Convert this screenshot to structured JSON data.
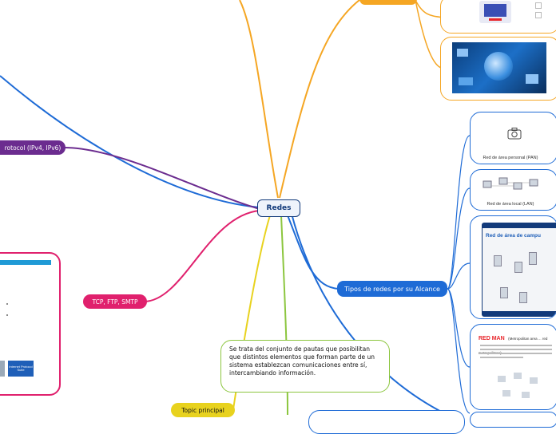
{
  "central": {
    "label": "Redes"
  },
  "branches": {
    "ip_protocol": {
      "label": "rotocol (IPv4, IPv6)"
    },
    "tcp": {
      "label": "TCP, FTP, SMTP"
    },
    "tipos": {
      "label": "Tipos de redes por su Alcance"
    },
    "topic": {
      "label": "Topic principal"
    }
  },
  "description": {
    "text": "Se trata del conjunto de pautas que posibilitan que distintos elementos que forman parte de un sistema establezcan comunicaciones entre sí, intercambiando información."
  },
  "network_types": [
    {
      "label": "Red de área personal (PAN)",
      "icon": "camera-icon"
    },
    {
      "label": "Red de área local (LAN)",
      "icon": "lan-diagram"
    },
    {
      "label": "Red de área de campu",
      "icon": "campus-diagram"
    },
    {
      "label": "RED MAN",
      "note": "(Metropolitan area ... red metropolitana)."
    }
  ],
  "left_card": {
    "tag_label": "Internet Protocol Suite"
  },
  "colors": {
    "orange": "#f5a623",
    "blue": "#1e6bd6",
    "purple": "#6b2c8f",
    "magenta": "#e0206d",
    "yellow": "#e8d21e",
    "green": "#8cc63f",
    "red": "#e8252a",
    "navy": "#123a7a"
  }
}
